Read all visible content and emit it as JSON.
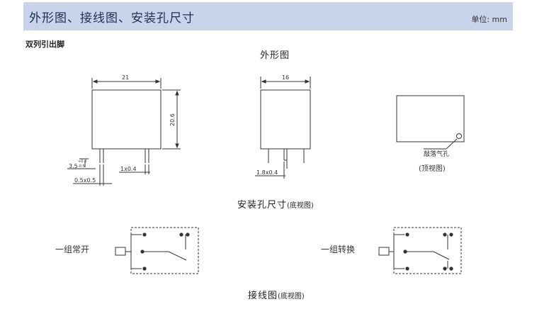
{
  "header": {
    "title": "外形图、接线图、安装孔尺寸",
    "unit": "单位: mm"
  },
  "subheading": "双列引出脚",
  "outline": {
    "title": "外形图",
    "front": {
      "width": "21",
      "height": "20.6",
      "pitch": "3.5",
      "tol_upper": "+0.3",
      "tol_lower": "-0.5",
      "pin": "1x0.4",
      "pin_width": "0.5x0.5"
    },
    "side": {
      "width": "16",
      "pin": "1.8x0.4"
    },
    "top": {
      "vent_label": "敲落气孔",
      "caption": "(顶视图)"
    }
  },
  "mounting": {
    "title": "安装孔尺寸",
    "note": "(底视图)"
  },
  "wiring": {
    "title": "接线图",
    "note": "(底视图)",
    "form_a": "一组常开",
    "form_c": "一组转换"
  }
}
